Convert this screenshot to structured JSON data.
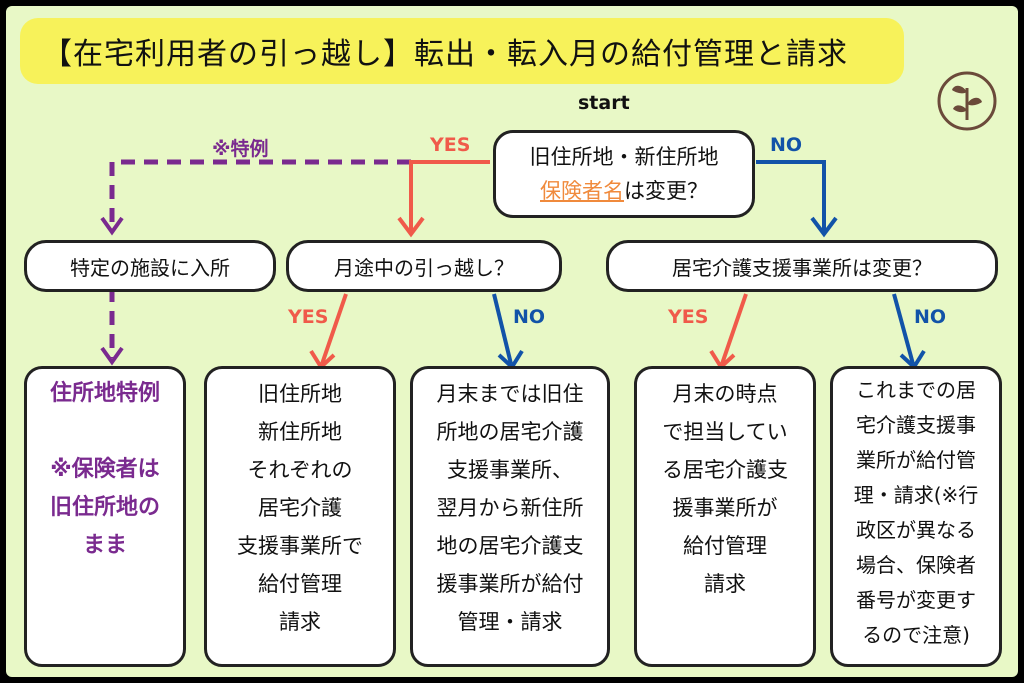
{
  "title": "【在宅利用者の引っ越し】転出・転入月の給付管理と請求",
  "start_label": "start",
  "logo_icon": "sprout-icon",
  "q_insurer": {
    "line1": "旧住所地・新住所地",
    "highlight": "保険者名",
    "line2_rest": "は変更？"
  },
  "labels": {
    "yes": "YES",
    "no": "NO",
    "tokurei": "※特例"
  },
  "node_facility": "特定の施設に入所",
  "node_midmonth": "月途中の引っ越し？",
  "node_office_change": "居宅介護支援事業所は変更？",
  "results": {
    "tokurei": [
      "住所地特例",
      "",
      "※保険者は",
      "旧住所地の",
      "まま"
    ],
    "both": [
      "旧住所地",
      "新住所地",
      "それぞれの",
      "居宅介護",
      "支援事業所で",
      "給付管理",
      "請求"
    ],
    "end_month": [
      "月末までは旧住",
      "所地の居宅介護",
      "支援事業所、",
      "翌月から新住所",
      "地の居宅介護支",
      "援事業所が給付",
      "管理・請求"
    ],
    "end_of_month": [
      "月末の時点",
      "で担当してい",
      "る居宅介護支",
      "援事業所が",
      "給付管理",
      "請求"
    ],
    "previous": [
      "これまでの居",
      "宅介護支援事",
      "業所が給付管",
      "理・請求(※行",
      "政区が異なる",
      "場合、保険者",
      "番号が変更す",
      "るので注意)"
    ]
  },
  "colors": {
    "yes": "#f05a4a",
    "no": "#1253a8",
    "tokurei": "#7a2a8f",
    "background": "#e8f8c6",
    "title_bg": "#f7f25a"
  }
}
